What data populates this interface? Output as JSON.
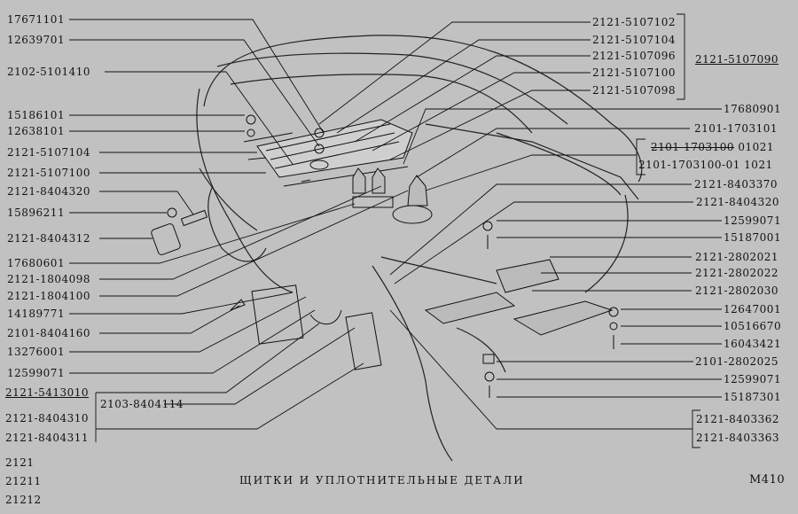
{
  "left_labels": [
    "17671101",
    "12639701",
    "2102-5101410",
    "15186101",
    "12638101",
    "2121-5107104",
    "2121-5107100",
    "2121-8404320",
    "15896211",
    "2121-8404312",
    "17680601",
    "2121-1804098",
    "2121-1804100",
    "14189771",
    "2101-8404160",
    "13276001",
    "12599071",
    "2121-5413010",
    "2103-8404114",
    "2121-8404310",
    "2121-8404311"
  ],
  "right_labels": [
    "2121-5107102",
    "2121-5107104",
    "2121-5107096",
    "2121-5107100",
    "2121-5107098",
    "2121-5107090",
    "17680901",
    "2101-1703101",
    "2101-1703100",
    "01021",
    "2101-1703100-01 1021",
    "2121-8403370",
    "2121-8404320",
    "12599071",
    "15187001",
    "2121-2802021",
    "2121-2802022",
    "2121-2802030",
    "12647001",
    "10516670",
    "16043421",
    "2101-2802025",
    "12599071",
    "15187301",
    "2121-8403362",
    "2121-8403363"
  ],
  "models": [
    "2121",
    "21211",
    "21212"
  ],
  "title": "ЩИТКИ И УПЛОТНИТЕЛЬНЫЕ ДЕТАЛИ",
  "page_code": "M410"
}
